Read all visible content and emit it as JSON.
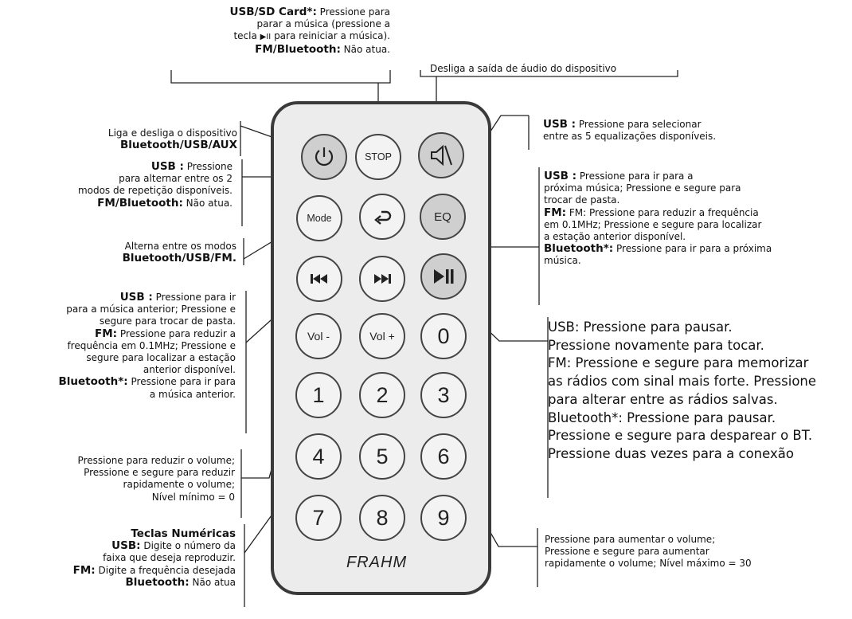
{
  "remote": {
    "brand": "FRAHM",
    "buttons": {
      "stop": "STOP",
      "mode": "Mode",
      "eq": "EQ",
      "vol_minus": "Vol -",
      "vol_plus": "Vol +",
      "n0": "0",
      "n1": "1",
      "n2": "2",
      "n3": "3",
      "n4": "4",
      "n5": "5",
      "n6": "6",
      "n7": "7",
      "n8": "8",
      "n9": "9"
    },
    "icons": [
      "power-icon",
      "mute-icon",
      "repeat-icon",
      "previous-icon",
      "next-icon",
      "play-pause-icon"
    ]
  },
  "annotations": {
    "stop": {
      "l1_bold": "USB/SD Card*:",
      "l1_rest": " Pressione para",
      "l2": "parar a música (pressione a",
      "l3_a": "tecla ",
      "l3_icon": "▶II",
      "l3_b": " para reiniciar a música).",
      "l4_bold": "FM/Bluetooth:",
      "l4_rest": " Não atua."
    },
    "mute": {
      "text": "Desliga a saída de áudio do dispositivo"
    },
    "power": {
      "l1": "Liga e desliga o dispositivo",
      "l2_bold": "Bluetooth/USB/AUX"
    },
    "repeat": {
      "l1_bold": "USB :",
      "l1_rest": " Pressione",
      "l2": "para alternar entre os 2",
      "l3": "modos de repetição disponíveis.",
      "l4_bold": "FM/Bluetooth:",
      "l4_rest": " Não atua."
    },
    "mode": {
      "l1": "Alterna entre os modos",
      "l2_bold": "Bluetooth/USB/FM."
    },
    "prev": {
      "l1_bold": "USB :",
      "l1_rest": " Pressione para ir",
      "l2": "para a música anterior; Pressione e",
      "l3": "segure para trocar de pasta.",
      "l4_bold": "FM:",
      "l4_rest": " Pressione para reduzir a",
      "l5": "frequência em 0.1MHz; Pressione e",
      "l6": "segure para localizar a estação",
      "l7": "anterior disponível.",
      "l8_bold": "Bluetooth*:",
      "l8_rest": " Pressione para ir para",
      "l9": "a música anterior."
    },
    "vol_minus": {
      "l1": "Pressione para reduzir o volume;",
      "l2": "Pressione e segure para reduzir",
      "l3": "rapidamente o volume;",
      "l4": "Nível mínimo = 0"
    },
    "numeric": {
      "l1_bold": "Teclas Numéricas",
      "l2_bold": "USB:",
      "l2_rest": " Digite o número da",
      "l3": "faixa que deseja reproduzir.",
      "l4_bold": "FM:",
      "l4_rest": " Digite a frequência desejada",
      "l5_bold": "Bluetooth:",
      "l5_rest": " Não atua"
    },
    "eq": {
      "l1_bold": "USB :",
      "l1_rest": " Pressione para selecionar",
      "l2": "entre as 5 equalizações disponíveis."
    },
    "next": {
      "l1_bold": "USB :",
      "l1_rest": " Pressione para ir para a",
      "l2": "próxima música; Pressione e segure para",
      "l3": "trocar de pasta.",
      "l4_bold": "FM:",
      "l4_rest": " FM: Pressione para reduzir a frequência",
      "l5": "em 0.1MHz; Pressione e segure para localizar",
      "l6": "a estação anterior disponível.",
      "l7_bold": "Bluetooth*:",
      "l7_rest": " Pressione para ir para a próxima",
      "l8": "música."
    },
    "play_pause": {
      "l1": "USB: Pressione para pausar.",
      "l2": "Pressione novamente para tocar.",
      "l3": "FM: Pressione e segure para memorizar",
      "l4": "as rádios com sinal mais forte. Pressione",
      "l5": "para alterar entre as rádios salvas.",
      "l6": "Bluetooth*: Pressione para pausar.",
      "l7": "Pressione e segure para desparear o BT.",
      "l8": "Pressione duas vezes para a conexão"
    },
    "vol_plus": {
      "l1": "Pressione para aumentar o volume;",
      "l2": "Pressione e segure para aumentar",
      "l3": "rapidamente o volume; Nível máximo = 30"
    }
  }
}
